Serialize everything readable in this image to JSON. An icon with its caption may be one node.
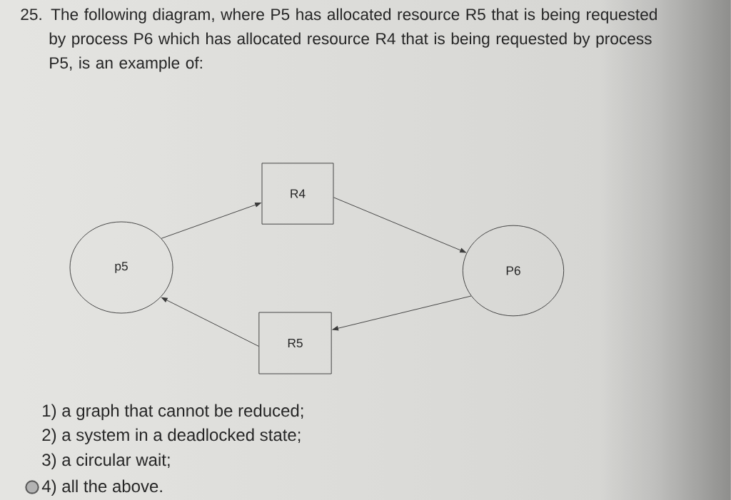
{
  "diagram": {
    "title": "25. The following diagram, where P5 has allocated resource R5 that is being requested by process P6 which has allocated resource R4 that is being requested by process P5, is an example of:",
    "nodes": [
      {
        "text": [
          "p5"
        ]
      },
      {
        "text": [
          "R4"
        ]
      },
      {
        "text": [
          "P6"
        ]
      },
      {
        "text": [
          "R5"
        ]
      }
    ],
    "edges": [
      {
        "from": 0,
        "to": 1,
        "arrow": "to"
      },
      {
        "from": 1,
        "to": 2,
        "arrow": "to"
      },
      {
        "from": 2,
        "to": 3,
        "arrow": "to"
      },
      {
        "from": 3,
        "to": 0,
        "arrow": "to"
      }
    ],
    "labels": [
      "1) a graph that cannot be reduced;",
      "2) a system in a deadlocked state;",
      "3) a circular wait;",
      "4) all the above."
    ]
  }
}
